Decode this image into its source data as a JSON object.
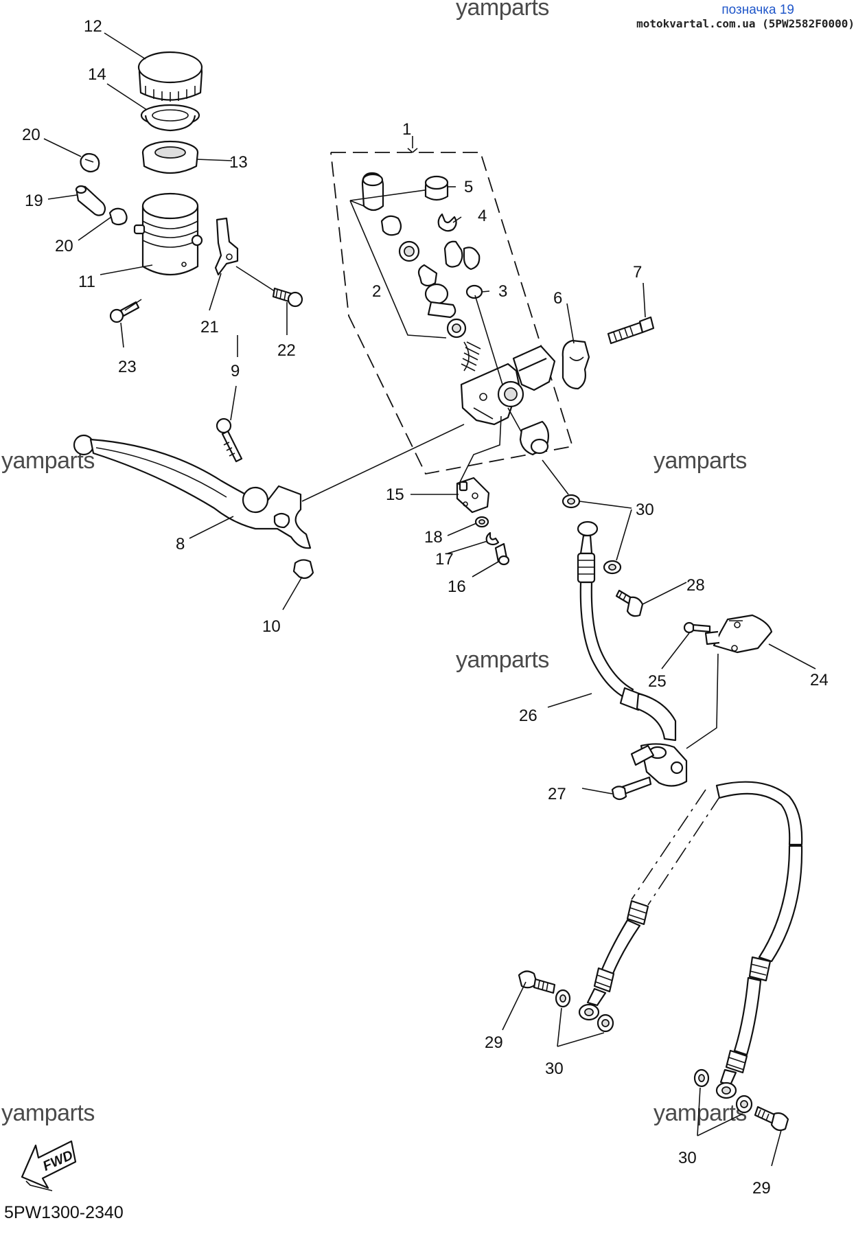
{
  "header": {
    "label_ua": "позначка 19",
    "source": "motokvartal.com.ua (5PW2582F0000)"
  },
  "watermark": "yamparts",
  "diagram_code": "5PW1300-2340",
  "fwd_label": "FWD",
  "callouts": [
    "1",
    "2",
    "3",
    "4",
    "5",
    "6",
    "7",
    "8",
    "9",
    "10",
    "11",
    "12",
    "13",
    "14",
    "15",
    "16",
    "17",
    "18",
    "19",
    "20",
    "20",
    "21",
    "22",
    "23",
    "24",
    "25",
    "26",
    "27",
    "28",
    "29",
    "29",
    "30",
    "30",
    "30"
  ],
  "parts": [
    {
      "id": "master-cylinder-kit",
      "callout": "1"
    },
    {
      "id": "piston-assembly",
      "callout": "2"
    },
    {
      "id": "ball",
      "callout": "3"
    },
    {
      "id": "circlip",
      "callout": "4"
    },
    {
      "id": "boot",
      "callout": "5"
    },
    {
      "id": "holder",
      "callout": "6"
    },
    {
      "id": "holder-bolt",
      "callout": "7"
    },
    {
      "id": "brake-lever",
      "callout": "8"
    },
    {
      "id": "lever-bolt",
      "callout": "9"
    },
    {
      "id": "lever-nut",
      "callout": "10"
    },
    {
      "id": "reservoir-tank",
      "callout": "11"
    },
    {
      "id": "reservoir-cap",
      "callout": "12"
    },
    {
      "id": "diaphragm-plate",
      "callout": "13"
    },
    {
      "id": "diaphragm",
      "callout": "14"
    },
    {
      "id": "brake-switch",
      "callout": "15"
    },
    {
      "id": "switch-screw",
      "callout": "16"
    },
    {
      "id": "switch-washer",
      "callout": "17"
    },
    {
      "id": "switch-collar",
      "callout": "18"
    },
    {
      "id": "reservoir-hose",
      "callout": "19"
    },
    {
      "id": "hose-clip",
      "callout": "20"
    },
    {
      "id": "reservoir-bracket",
      "callout": "21"
    },
    {
      "id": "bracket-bolt",
      "callout": "22"
    },
    {
      "id": "tank-screw",
      "callout": "23"
    },
    {
      "id": "hose-holder",
      "callout": "24"
    },
    {
      "id": "holder-screw",
      "callout": "25"
    },
    {
      "id": "brake-hose-1",
      "callout": "26"
    },
    {
      "id": "joint-bolt",
      "callout": "27"
    },
    {
      "id": "union-bolt-upper",
      "callout": "28"
    },
    {
      "id": "union-bolt-lower",
      "callout": "29"
    },
    {
      "id": "copper-washer",
      "callout": "30"
    }
  ]
}
